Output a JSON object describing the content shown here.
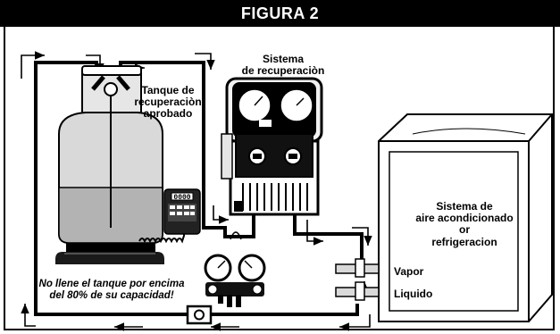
{
  "figure": {
    "title": "FIGURA 2"
  },
  "labels": {
    "recovery_tank_line1": "Tanque de",
    "recovery_tank_line2": "recuperaciòn",
    "recovery_tank_line3": "aprobado",
    "recovery_system_line1": "Sistema",
    "recovery_system_line2": "de recuperaciòn",
    "ac_system_line1": "Sistema de",
    "ac_system_line2": "aire acondicionado",
    "ac_system_line3": "or",
    "ac_system_line4": "refrigeracion",
    "vapor_port": "Vapor",
    "liquid_port": "Liquido",
    "warning_line1": "No llene el tanque por encima",
    "warning_line2": "del 80% de su capacidad!"
  },
  "scale_display": "0000",
  "colors": {
    "line": "#000000",
    "background": "#ffffff",
    "tank_fill": "#d9d9d9",
    "liquid": "#b3b3b3"
  },
  "icons": {
    "flow_arrows": "arrow",
    "filter": "filter-drier-icon",
    "manifold": "manifold-gauge-icon",
    "scale": "digital-scale-icon"
  }
}
